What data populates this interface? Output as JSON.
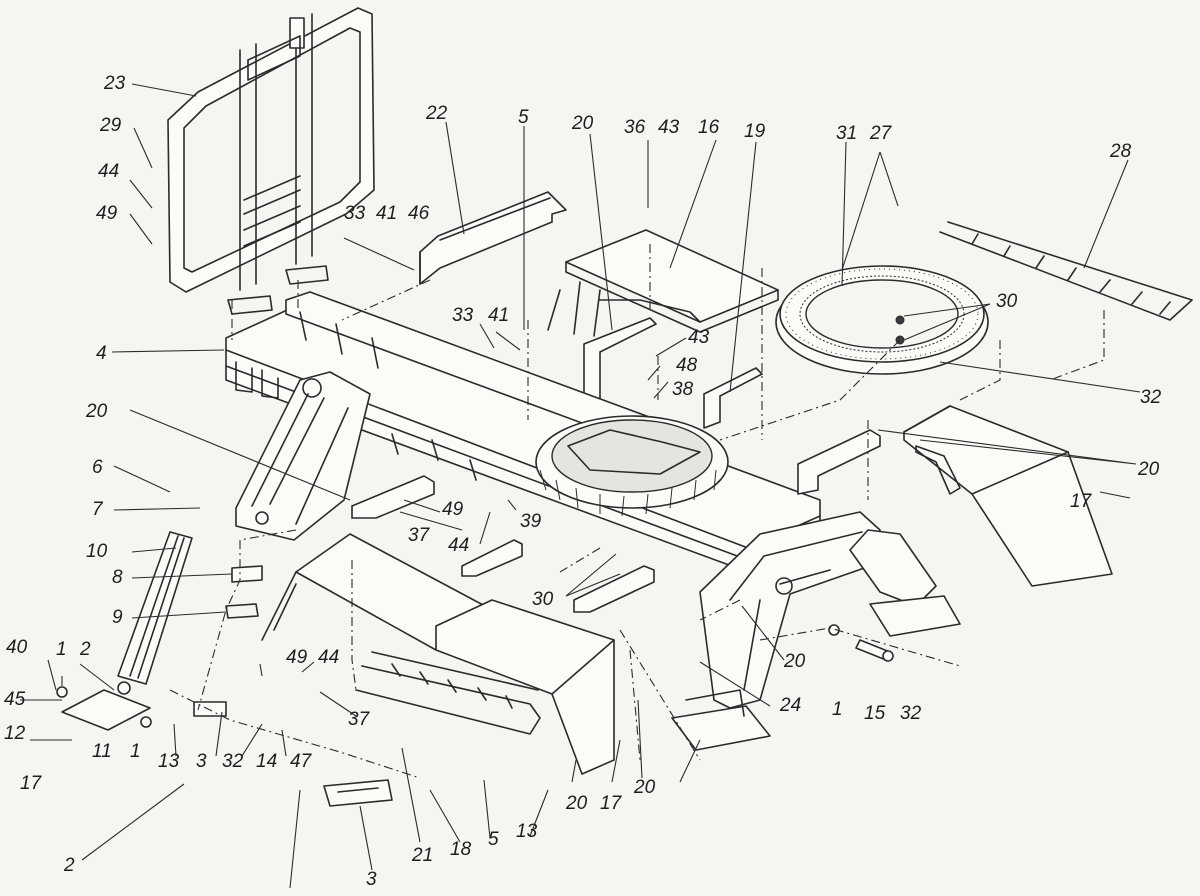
{
  "callouts": [
    "23",
    "29",
    "44",
    "49",
    "33",
    "41",
    "46",
    "22",
    "5",
    "20",
    "36",
    "43",
    "16",
    "19",
    "31",
    "27",
    "28",
    "30",
    "32",
    "4",
    "33",
    "41",
    "43",
    "48",
    "38",
    "20",
    "20",
    "6",
    "7",
    "49",
    "39",
    "37",
    "44",
    "10",
    "8",
    "9",
    "30",
    "20",
    "40",
    "1",
    "2",
    "45",
    "12",
    "11",
    "1",
    "13",
    "3",
    "32",
    "14",
    "47",
    "49",
    "44",
    "37",
    "24",
    "1",
    "15",
    "32",
    "17",
    "2",
    "3",
    "21",
    "18",
    "5",
    "13",
    "20",
    "17",
    "20",
    "17"
  ]
}
